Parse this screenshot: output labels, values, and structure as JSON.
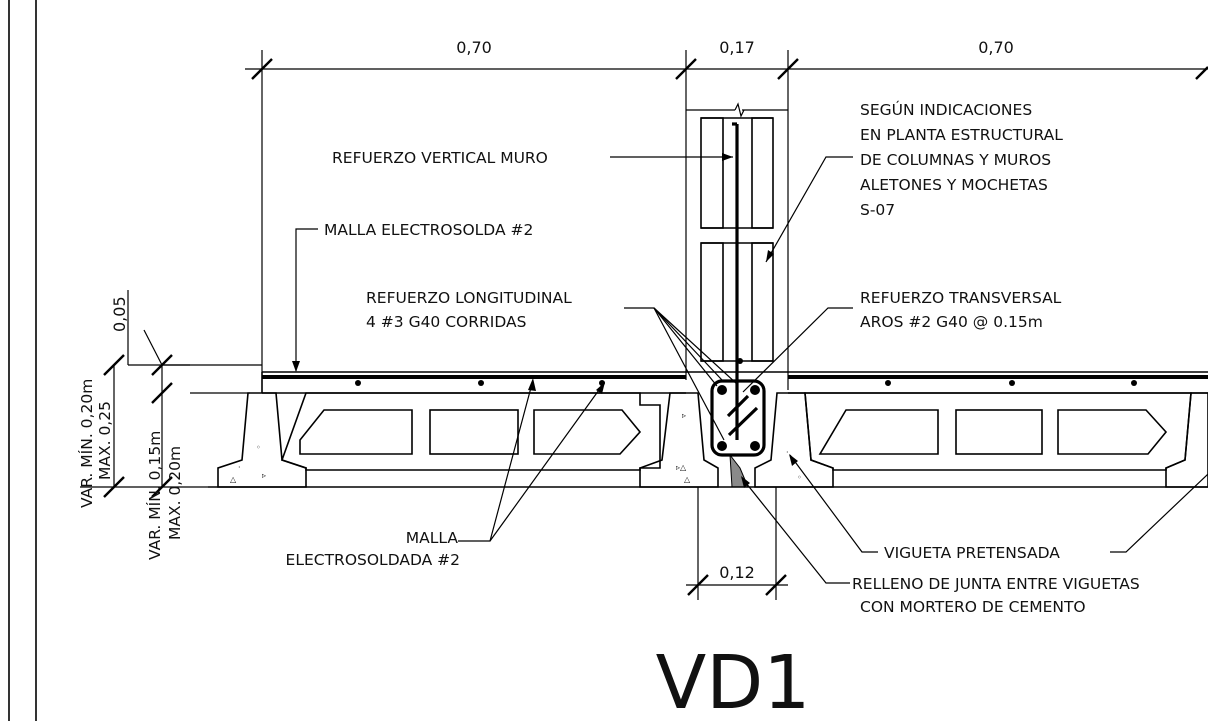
{
  "title": "VD1",
  "dimensions": {
    "d_left": "0,70",
    "d_wall": "0,17",
    "d_right": "0,70",
    "d_joint": "0,12",
    "d_topping": "0,05",
    "d_v1a": "VAR. MÍN. 0,20m",
    "d_v1b": "MAX. 0,25",
    "d_v2a": "VAR. MÍN. 0,15m",
    "d_v2b": "MAX. 0,20m"
  },
  "labels": {
    "refuerzo_vertical": "REFUERZO VERTICAL MURO",
    "segun_1": "SEGÚN INDICACIONES",
    "segun_2": "EN PLANTA ESTRUCTURAL",
    "segun_3": "DE COLUMNAS Y MUROS",
    "segun_4": "ALETONES Y MOCHETAS",
    "segun_5": "S-07",
    "malla_top": "MALLA ELECTROSOLDA #2",
    "long_1": "REFUERZO LONGITUDINAL",
    "long_2": "4 #3 G40 CORRIDAS",
    "trans_1": "REFUERZO TRANSVERSAL",
    "trans_2": "AROS #2 G40 @ 0.15m",
    "malla_bot_1": "MALLA",
    "malla_bot_2": "ELECTROSOLDADA #2",
    "vigueta": "VIGUETA PRETENSADA",
    "relleno_1": "RELLENO DE JUNTA ENTRE VIGUETAS",
    "relleno_2": "CON MORTERO DE CEMENTO"
  }
}
